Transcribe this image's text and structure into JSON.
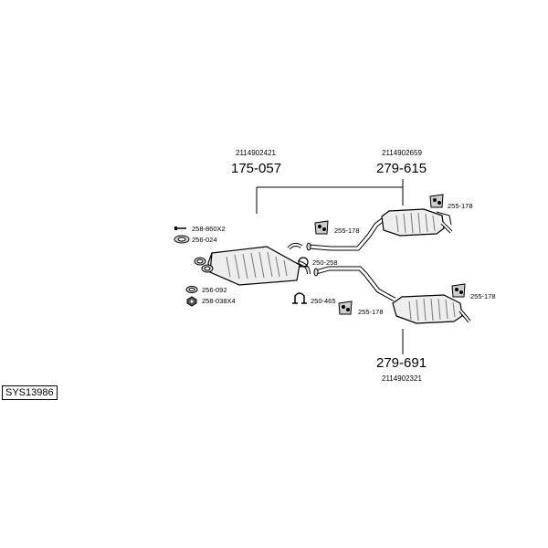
{
  "system_id": "SYS13986",
  "main_parts": {
    "front_silencer": {
      "number": "175-057",
      "ref": "2114902421"
    },
    "rear_left": {
      "number": "279-615",
      "ref": "2114902659"
    },
    "rear_right": {
      "number": "279-691",
      "ref": "2114902321"
    }
  },
  "small_parts": {
    "bolt": "258-860X2",
    "gasket_top": "256-024",
    "ring": "256-092",
    "nut": "258-038X4",
    "clamp": "250-258",
    "clamp2": "250-465",
    "hanger_a": "255-178",
    "hanger_b": "255-178",
    "hanger_c": "255-178",
    "hanger_d": "255-178"
  },
  "colors": {
    "ink": "#000000",
    "fill": "#eeeeee",
    "shade": "#aaaaaa"
  }
}
